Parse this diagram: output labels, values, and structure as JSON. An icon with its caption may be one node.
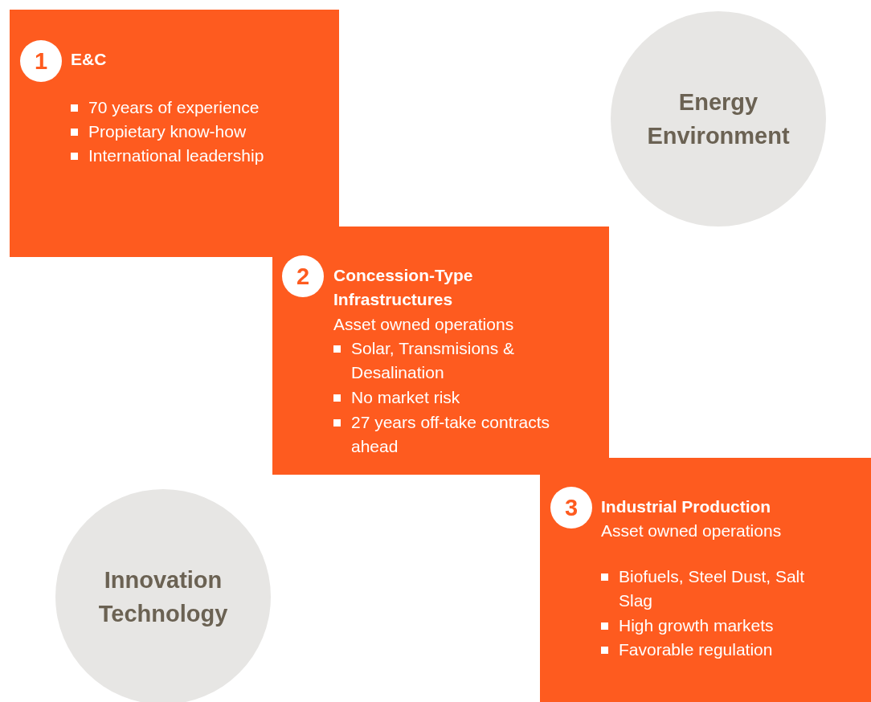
{
  "diagram": {
    "nodes": [
      {
        "text": [
          "E&C",
          "70 years of experience",
          "Propietary know-how",
          "International leadership"
        ]
      },
      {
        "text": [
          "1"
        ],
        "in": 0
      },
      {
        "text": [
          "Energy Environment"
        ]
      },
      {
        "text": [
          "Concession-Type Infrastructures",
          "Asset owned operations",
          "Solar, Transmisions & Desalination",
          "No market risk",
          "27 years off-take contracts ahead"
        ]
      },
      {
        "text": [
          "2"
        ],
        "in": 3
      },
      {
        "text": [
          "Industrial Production",
          "Asset owned operations",
          "Biofuels, Steel Dust, Salt Slag",
          "High growth markets",
          "Favorable regulation"
        ]
      },
      {
        "text": [
          "3"
        ],
        "in": 5
      },
      {
        "text": [
          "Innovation Technology"
        ]
      }
    ]
  }
}
